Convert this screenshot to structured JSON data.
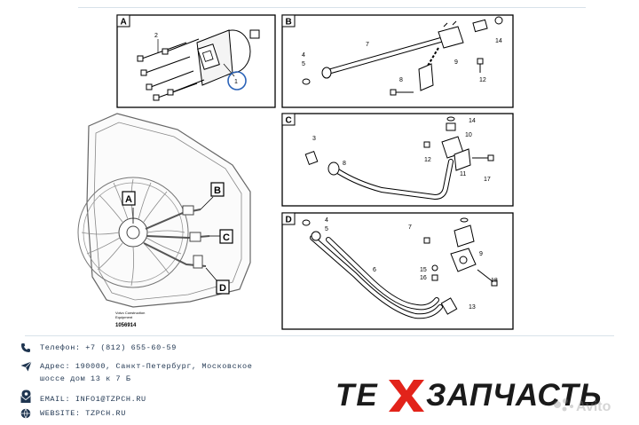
{
  "drawing": {
    "panels": [
      {
        "letter": "A",
        "callouts": [
          "2",
          "1"
        ]
      },
      {
        "letter": "B",
        "callouts": [
          "7",
          "4",
          "5",
          "8",
          "9",
          "12",
          "14"
        ]
      },
      {
        "letter": "C",
        "callouts": [
          "3",
          "8",
          "14",
          "10",
          "12",
          "11",
          "17"
        ]
      },
      {
        "letter": "D",
        "callouts": [
          "4",
          "5",
          "6",
          "7",
          "9",
          "15",
          "16",
          "18",
          "13"
        ]
      }
    ],
    "fan_markers": [
      "A",
      "B",
      "C",
      "D"
    ],
    "caption_line1": "Volvo Construction",
    "caption_line2": "Equipment",
    "figure_number": "1056914"
  },
  "contacts": {
    "phone": "Телефон: +7 (812) 655-60-59",
    "address_line1": "Адрес: 190000, Санкт-Петербург, Московское",
    "address_line2": "шоссе дом 13 к 7 Б",
    "email": "EMAIL: INFO1@TZPCH.RU",
    "website": "WEBSITE: TZPCH.RU"
  },
  "brand": {
    "part1": "ТЕ",
    "part2": "ЗАПЧАСТЬ",
    "watermark": "Avito",
    "accent_color": "#e2231a",
    "text_color": "#1a1a1a"
  },
  "icons": [
    "phone-icon",
    "send-icon",
    "map-pin-icon",
    "email-icon",
    "website-icon"
  ]
}
